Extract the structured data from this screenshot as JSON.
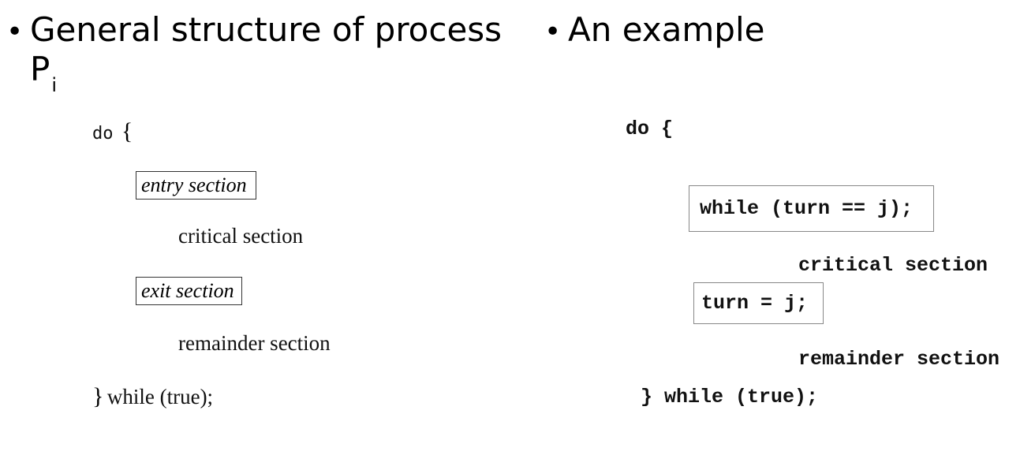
{
  "left": {
    "heading_text": "General structure of process",
    "heading_var": "P",
    "heading_sub": "i",
    "bullet": "•",
    "code": {
      "do_keyword": "do",
      "open_brace": "{",
      "entry_section": "entry section",
      "critical_section": "critical section",
      "exit_section": "exit section",
      "remainder_section": "remainder section",
      "close_brace": "}",
      "while_clause": "while (true);"
    }
  },
  "right": {
    "heading_text": "An example",
    "bullet": "•",
    "code": {
      "do_line": "do {",
      "while_loop": "while (turn == j);",
      "critical_section": "critical section",
      "assignment": "turn = j;",
      "remainder_section": "remainder section",
      "end_line": "} while (true);"
    }
  }
}
